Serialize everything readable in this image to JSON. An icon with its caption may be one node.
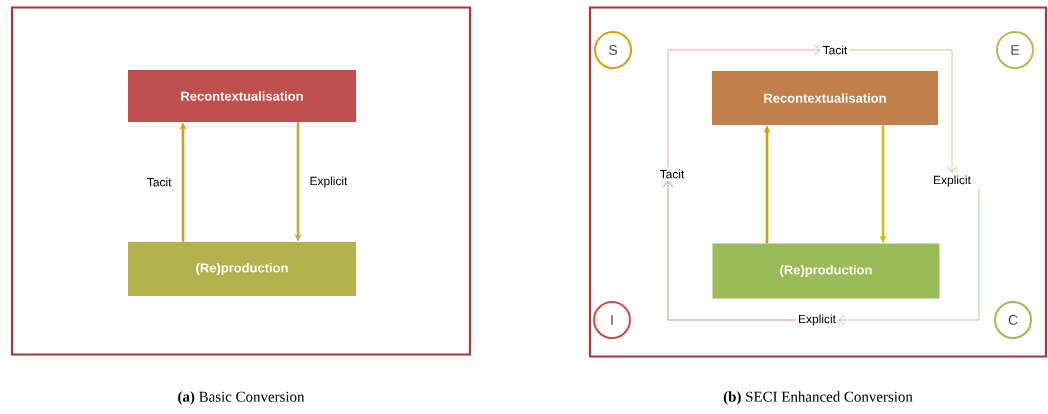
{
  "diagram": {
    "nodes": [
      {
        "text": [],
        "shape": "box"
      },
      {
        "text": [
          "Recontextualisation"
        ],
        "in": 0
      },
      {
        "text": [
          "(Re)production"
        ],
        "in": 0
      },
      {
        "text": [],
        "shape": "box"
      },
      {
        "text": [
          "Recontextualisation"
        ],
        "in": 3
      },
      {
        "text": [
          "(Re)production"
        ],
        "in": 3
      },
      {
        "text": [
          "S"
        ],
        "in": 3
      },
      {
        "text": [
          "E"
        ],
        "in": 3
      },
      {
        "text": [
          "C"
        ],
        "in": 3
      },
      {
        "text": [
          "I"
        ],
        "in": 3
      },
      {
        "text": [
          "Tacit"
        ],
        "in": 3
      },
      {
        "text": [
          "Explicit"
        ],
        "in": 3
      },
      {
        "text": [
          "Explicit"
        ],
        "in": 3
      },
      {
        "text": [
          "Tacit"
        ],
        "in": 3
      }
    ],
    "edges": [
      {
        "from": 2,
        "to": 1,
        "arrow": "to",
        "label": "Tacit",
        "style": "thick",
        "color": "#d4a017"
      },
      {
        "from": 1,
        "to": 2,
        "arrow": "to",
        "label": "Explicit",
        "style": "thick",
        "color": "#b5b04a"
      },
      {
        "from": 5,
        "to": 4,
        "arrow": "to",
        "style": "thick",
        "color": "#d99a00"
      },
      {
        "from": 4,
        "to": 5,
        "arrow": "to",
        "style": "thick",
        "color": "#c8c000"
      },
      {
        "from": 13,
        "to": 10,
        "arrow": "to",
        "color": "#e0a080"
      },
      {
        "from": 10,
        "to": 11,
        "arrow": "to",
        "color": "#b8c070"
      },
      {
        "from": 11,
        "to": 12,
        "arrow": "to",
        "color": "#a8c870"
      },
      {
        "from": 12,
        "to": 13,
        "arrow": "to",
        "color": "#d07070"
      }
    ],
    "labels": [
      "**(a)** Basic Conversion",
      "**(b)** SECI Enhanced Conversion"
    ]
  }
}
